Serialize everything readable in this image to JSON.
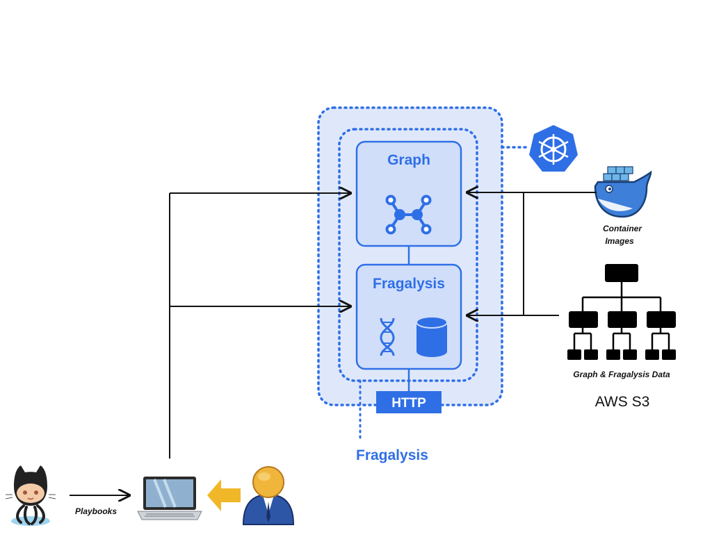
{
  "labels": {
    "graph": "Graph",
    "fragalysis_box": "Fragalysis",
    "http": "HTTP",
    "fragalysis_cluster": "Fragalysis",
    "container_images_line1": "Container",
    "container_images_line2": "Images",
    "data_caption": "Graph & Fragalysis Data",
    "aws_s3": "AWS S3",
    "playbooks": "Playbooks"
  },
  "icons": {
    "kubernetes": "kubernetes-icon",
    "docker": "docker-whale-icon",
    "github": "github-octocat-icon",
    "laptop": "laptop-icon",
    "user": "user-avatar-icon",
    "graph": "graph-network-icon",
    "dna": "dna-icon",
    "database": "database-cylinder-icon",
    "hierarchy": "hierarchy-tree-icon"
  },
  "colors": {
    "accent": "#2f6fe6",
    "cluster_fill": "#dfe8fb",
    "node_fill": "#d0defa",
    "arrow": "#111111",
    "user_arrow": "#f0b829"
  }
}
